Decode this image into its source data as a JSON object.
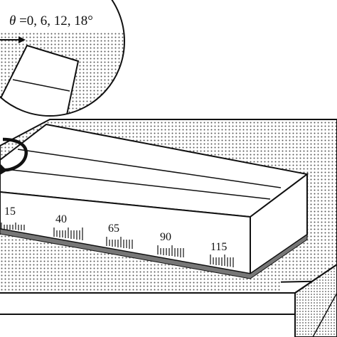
{
  "angle_label": {
    "symbol": "θ",
    "values": "=0, 6, 12, 18°"
  },
  "ruler": {
    "labels": [
      "15",
      "40",
      "65",
      "90",
      "115"
    ]
  },
  "colors": {
    "line": "#111111",
    "surface_dots": "#555555",
    "edge_band": "#777777",
    "background": "#ffffff"
  }
}
